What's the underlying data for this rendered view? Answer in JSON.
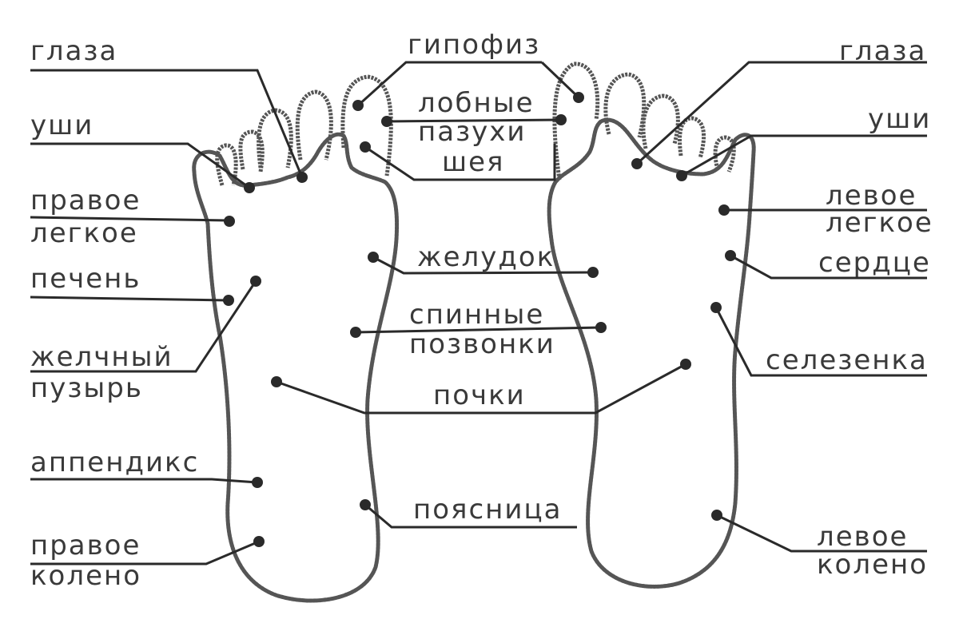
{
  "colors": {
    "outline": "#555555",
    "ink": "#2a2a2a",
    "text": "#3a3a3a",
    "background": "#ffffff"
  },
  "labels": {
    "glaza_left": "глаза",
    "ushi_left": "уши",
    "pravoe_legkoe_1": "правое",
    "pravoe_legkoe_2": "легкое",
    "pechen": "печень",
    "zhelchny_1": "желчный",
    "zhelchny_2": "пузырь",
    "appendiks": "аппендикс",
    "pravoe_koleno_1": "правое",
    "pravoe_koleno_2": "колено",
    "gipofiz": "гипофиз",
    "lobnye_1": "лобные",
    "lobnye_2": "пазухи",
    "sheya": "шея",
    "zheludok": "желудок",
    "spinnye_1": "спинные",
    "spinnye_2": "позвонки",
    "pochki": "почки",
    "poyasnitsa": "поясница",
    "glaza_right": "глаза",
    "ushi_right": "уши",
    "levoe_legkoe_1": "левое",
    "levoe_legkoe_2": "легкое",
    "serdtse": "сердце",
    "selezenka": "селезенка",
    "levoe_koleno_1": "левое",
    "levoe_koleno_2": "колено"
  }
}
